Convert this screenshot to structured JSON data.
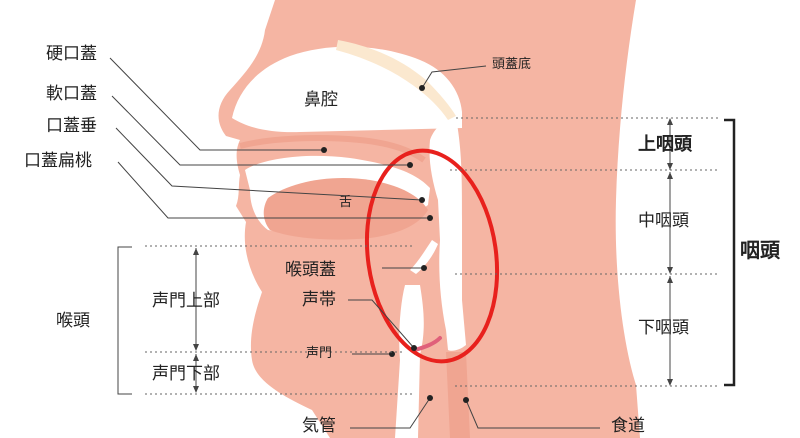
{
  "labels": {
    "hard_palate": "硬口蓋",
    "soft_palate": "軟口蓋",
    "uvula": "口蓋垂",
    "palatine_tonsil": "口蓋扁桃",
    "nasal_cavity": "鼻腔",
    "skull_base": "頭蓋底",
    "tongue": "舌",
    "epiglottis": "喉頭蓋",
    "vocal_cord": "声帯",
    "glottis": "声門",
    "larynx": "喉頭",
    "supraglottis": "声門上部",
    "subglottis": "声門下部",
    "trachea": "気管",
    "esophagus": "食道",
    "nasopharynx": "上咽頭",
    "oropharynx": "中咽頭",
    "hypopharynx": "下咽頭",
    "pharynx": "咽頭"
  },
  "colors": {
    "tissue": "#f5b5a3",
    "tissue_dark": "#f0a591",
    "bone": "#fbe8cf",
    "highlight_ring": "#e8211d",
    "vocal_cord": "#e0607a",
    "text": "#222222"
  },
  "icons": [
    "anatomy-illustration",
    "highlight-ellipse"
  ]
}
